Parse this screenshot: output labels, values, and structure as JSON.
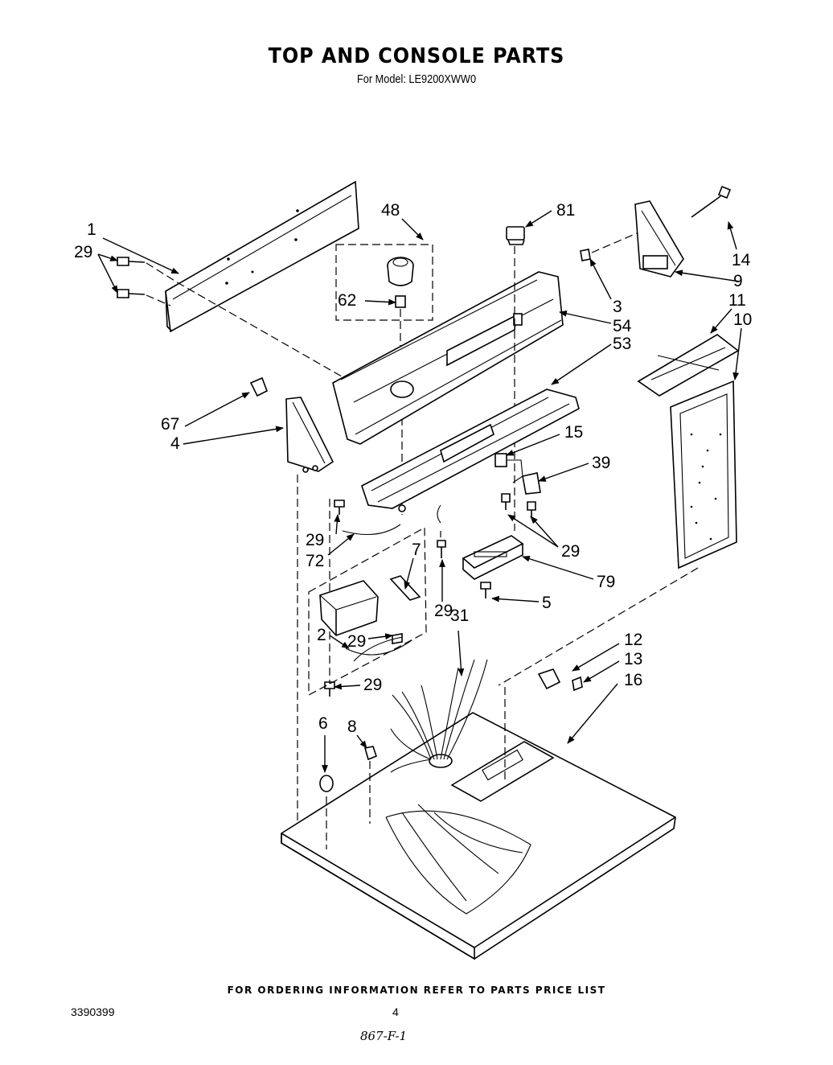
{
  "header": {
    "title": "TOP AND CONSOLE PARTS",
    "model_line": "For Model: LE9200XWW0"
  },
  "footer": {
    "ordering_note": "FOR ORDERING INFORMATION REFER TO PARTS PRICE LIST",
    "document_number": "3390399",
    "page_number": "4",
    "handwritten_note": "867-F-1"
  },
  "callouts": {
    "c1": "1",
    "c29a": "29",
    "c48": "48",
    "c81": "81",
    "c14": "14",
    "c62": "62",
    "c3": "3",
    "c9": "9",
    "c54": "54",
    "c11": "11",
    "c10": "10",
    "c53": "53",
    "c67": "67",
    "c4": "4",
    "c15": "15",
    "c39": "39",
    "c29b": "29",
    "c72": "72",
    "c7": "7",
    "c29c": "29",
    "c79": "79",
    "c29d": "29",
    "c5": "5",
    "c31": "31",
    "c2": "2",
    "c29e": "29",
    "c12": "12",
    "c13": "13",
    "c29f": "29",
    "c16": "16",
    "c6": "6",
    "c8": "8"
  }
}
